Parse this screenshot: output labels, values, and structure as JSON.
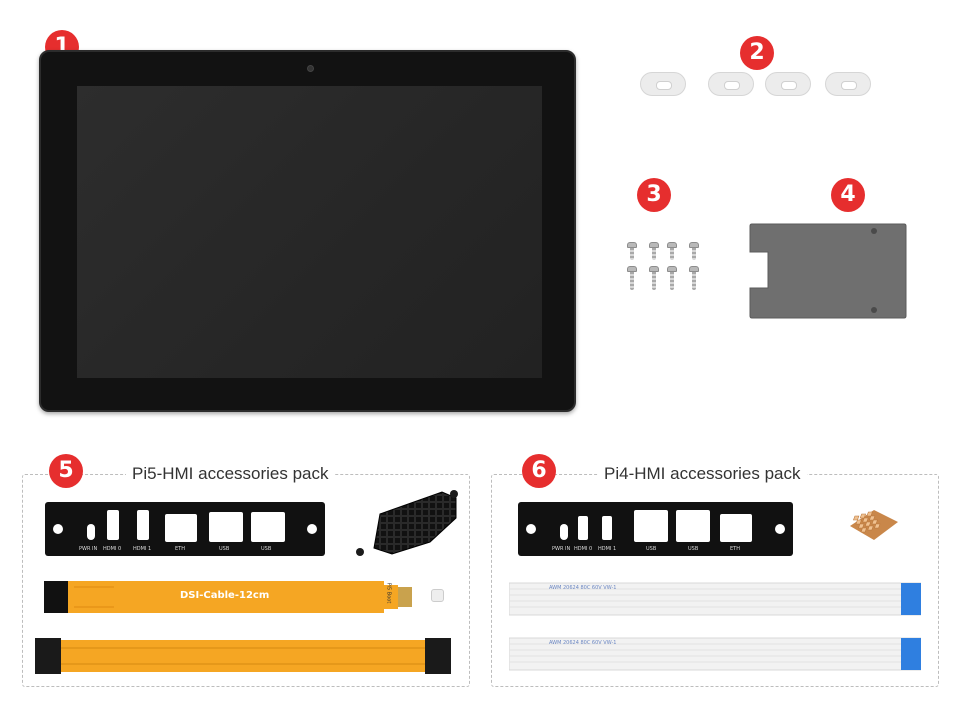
{
  "badges": [
    "1",
    "2",
    "3",
    "4",
    "5",
    "6"
  ],
  "packs": {
    "pi5": {
      "title": "Pi5-HMI accessories pack",
      "bracket_labels": [
        "PWR IN",
        "HDMI 0",
        "HDMI 1",
        "ETH",
        "USB",
        "USB"
      ],
      "cable_label": "DSI-Cable-12cm",
      "cable_side_label": "Pi5 Boot"
    },
    "pi4": {
      "title": "Pi4-HMI accessories pack",
      "bracket_labels": [
        "PWR IN",
        "HDMI 0",
        "HDMI 1",
        "USB",
        "USB",
        "ETH"
      ],
      "ffc_print": "AWM 20624 80C 60V VW-1"
    }
  },
  "colors": {
    "badge": "#e62e2e",
    "fpc_orange": "#f5a623",
    "ffc_blue": "#2f7fe0",
    "copper": "#e3a56a"
  },
  "counts": {
    "washers": 4,
    "screws": 8
  }
}
